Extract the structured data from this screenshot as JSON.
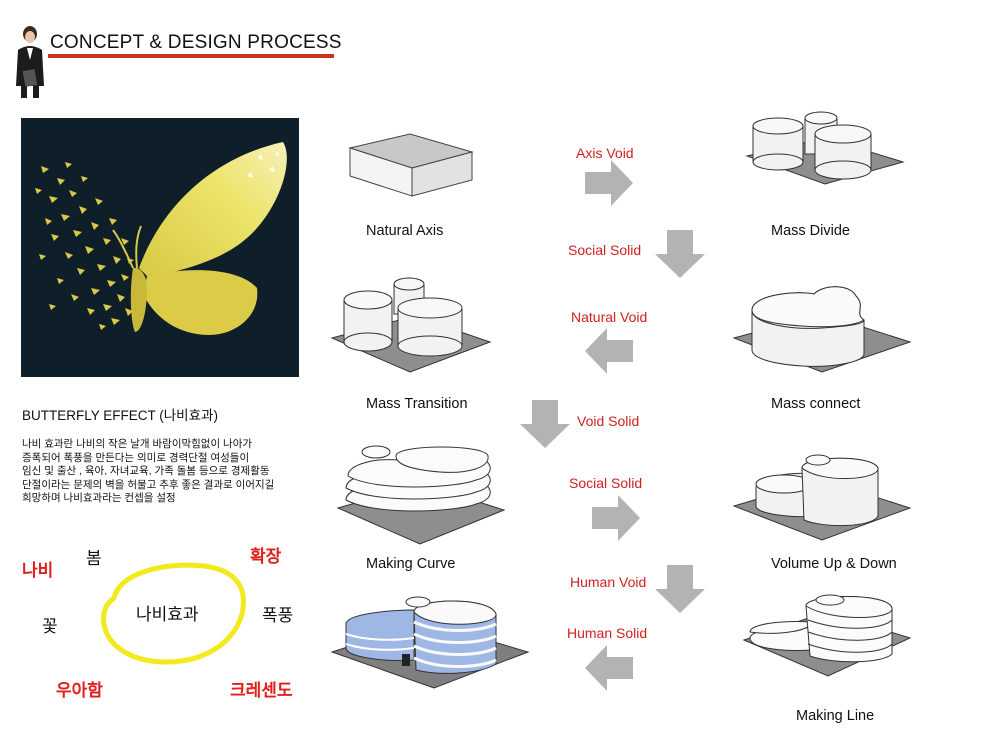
{
  "header": {
    "title": "CONCEPT & DESIGN PROCESS"
  },
  "concept": {
    "heading": "BUTTERFLY EFFECT (나비효과)",
    "description": [
      "나비 효과란 나비의 작은 날개 바람이막힘없이 나아가",
      " 증폭되어 폭풍을 만든다는 의미로 경력단절 여성들이",
      "임신 및 출산 , 육아, 자녀교육, 가족 돌봄 등으로 경제활동",
      "단절이라는 문제의 벽을 허물고 추후 좋은 결과로 이어지길",
      "희망하며 나비효과라는 컨셉을 설정"
    ],
    "keywords": {
      "center": "나비효과",
      "spring": "봄",
      "expand": "확장",
      "butterfly": "나비",
      "flower": "꽃",
      "storm": "폭풍",
      "grace": "우아함",
      "crescendo": "크레센도"
    }
  },
  "steps": {
    "natural_axis": "Natural Axis",
    "mass_divide": "Mass Divide",
    "mass_transition": "Mass Transition",
    "mass_connect": "Mass connect",
    "making_curve": "Making Curve",
    "volume_up_down": "Volume Up & Down",
    "making_line": "Making Line"
  },
  "operations": {
    "axis_void": "Axis Void",
    "social_solid_1": "Social Solid",
    "natural_void": "Natural Void",
    "void_solid": "Void Solid",
    "social_solid_2": "Social Solid",
    "human_void": "Human Void",
    "human_solid": "Human Solid"
  },
  "colors": {
    "accent_red": "#c8321e",
    "label_red": "#d21f1f",
    "arrow_gray": "#b3b3b3",
    "butterfly_yellow": "#e8e060",
    "panel_dark": "#0f1f2a",
    "glass_blue": "#9fb7e4"
  }
}
